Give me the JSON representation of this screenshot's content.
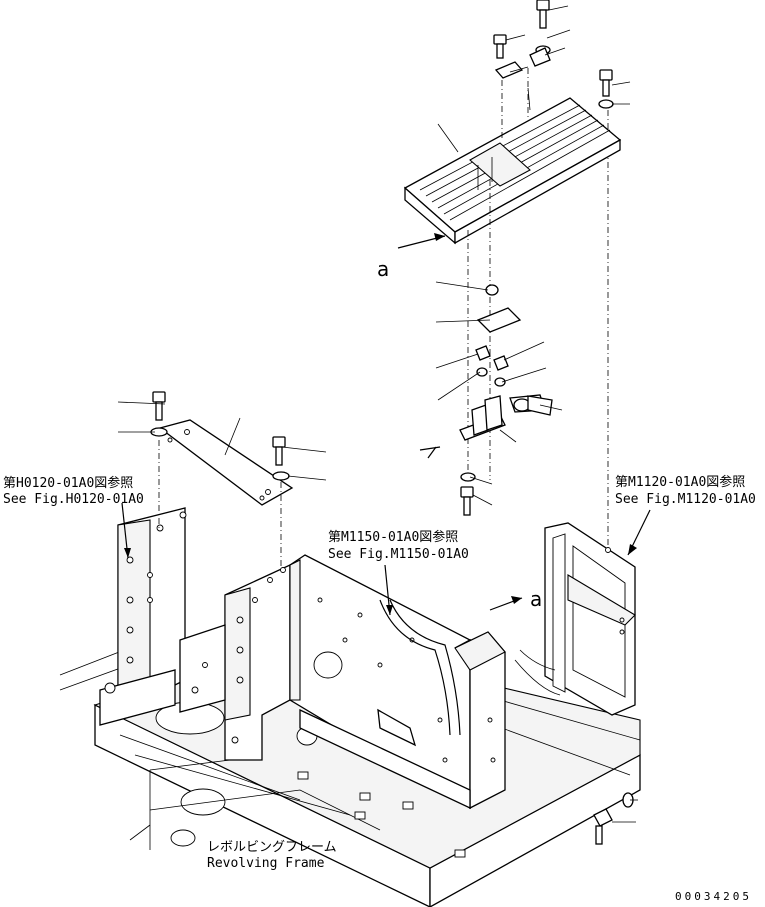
{
  "labels": {
    "h0120_jp": "第H0120-01A0図参照",
    "h0120_en": "See Fig.H0120-01A0",
    "m1120_jp": "第M1120-01A0図参照",
    "m1120_en": "See Fig.M1120-01A0",
    "m1150_jp": "第M1150-01A0図参照",
    "m1150_en": "See Fig.M1150-01A0",
    "frame_jp": "レボルビングフレーム",
    "frame_en": "Revolving Frame",
    "view_a_left": "a",
    "view_a_right": "a",
    "drawing_number": "00034205"
  }
}
